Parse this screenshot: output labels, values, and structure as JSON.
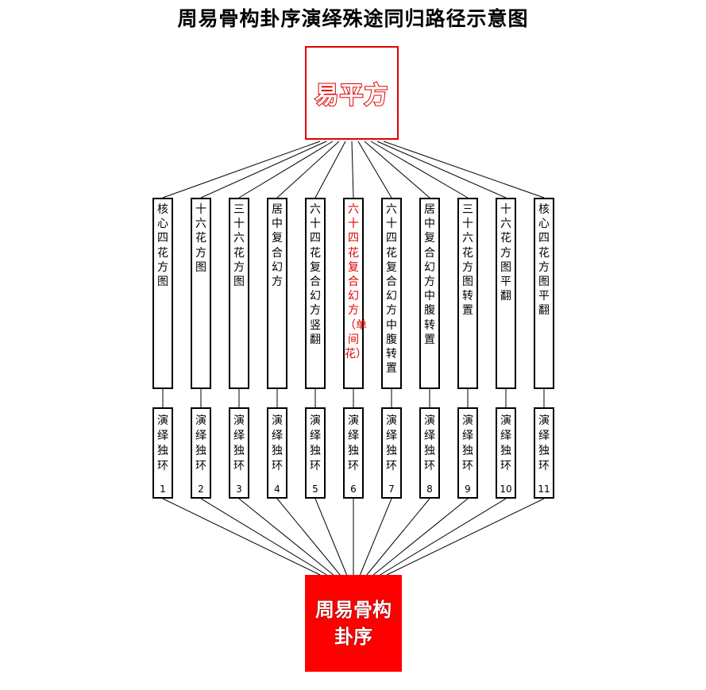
{
  "title": "周易骨构卦序演绎殊途同归路径示意图",
  "source": {
    "label": "易平方",
    "color": "#e00000"
  },
  "target": {
    "label": "周易骨构卦序",
    "color": "#ff0000"
  },
  "highlight_color": "#e00000",
  "methods": [
    {
      "label": "核心四花方图",
      "highlight": false
    },
    {
      "label": "十六花方图",
      "highlight": false
    },
    {
      "label": "三十六花方图",
      "highlight": false
    },
    {
      "label": "居中复合幻方",
      "highlight": false
    },
    {
      "label": "六十四花复合幻方竖翻",
      "highlight": false
    },
    {
      "label": "六十四花复合幻方（单间花）",
      "highlight": true
    },
    {
      "label": "六十四花复合幻方中腹转置",
      "highlight": false
    },
    {
      "label": "居中复合幻方中腹转置",
      "highlight": false
    },
    {
      "label": "三十六花方图转置",
      "highlight": false
    },
    {
      "label": "十六花方图平翻",
      "highlight": false
    },
    {
      "label": "核心四花方图平翻",
      "highlight": false
    }
  ],
  "cycles": [
    {
      "label": "演绎独环",
      "number": "1"
    },
    {
      "label": "演绎独环",
      "number": "2"
    },
    {
      "label": "演绎独环",
      "number": "3"
    },
    {
      "label": "演绎独环",
      "number": "4"
    },
    {
      "label": "演绎独环",
      "number": "5"
    },
    {
      "label": "演绎独环",
      "number": "6"
    },
    {
      "label": "演绎独环",
      "number": "7"
    },
    {
      "label": "演绎独环",
      "number": "8"
    },
    {
      "label": "演绎独环",
      "number": "9"
    },
    {
      "label": "演绎独环",
      "number": "10"
    },
    {
      "label": "演绎独环",
      "number": "11"
    }
  ]
}
